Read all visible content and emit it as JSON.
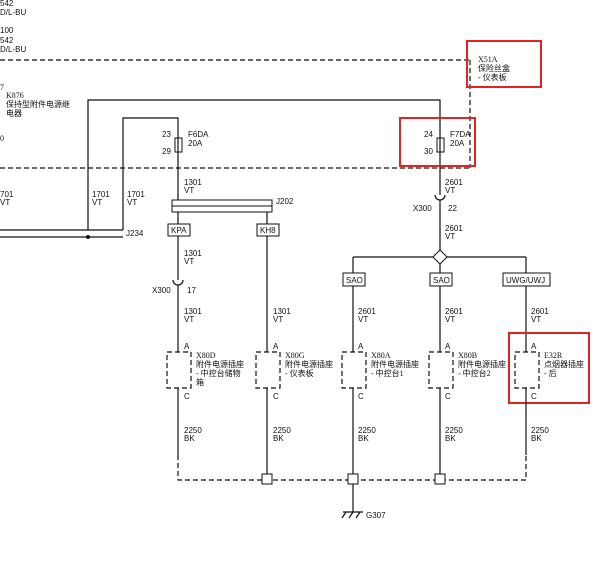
{
  "top_left": {
    "line1": "542",
    "line2": "D/L-BU",
    "line3": "100",
    "line4": "542",
    "line5": "D/L-BU",
    "line6": "7"
  },
  "k876": {
    "id": "K876",
    "name": "保持型附件电源继",
    "name2": "电器",
    "pin": "0"
  },
  "x51a": {
    "id": "X51A",
    "name": "保险丝盒",
    "name2": "- 仪表板"
  },
  "f6da": {
    "id": "F6DA",
    "rating": "20A",
    "pin_in": "23",
    "pin_out": "29"
  },
  "f7da": {
    "id": "F7DA",
    "rating": "20A",
    "pin_in": "24",
    "pin_out": "30"
  },
  "wires": {
    "w1701_a": "1701",
    "w1701_a_color": "VT",
    "w1701_b": "1701",
    "w1701_b_color": "VT",
    "w1701_left": "701",
    "w1701_left_color": "VT",
    "w1301_a": "1301",
    "w1301_a_color": "VT",
    "w1301_b": "1301",
    "w1301_b_color": "VT",
    "w1301_c": "1301",
    "w1301_c_color": "VT",
    "w1301_d": "1301",
    "w1301_d_color": "VT",
    "w2601_a": "2601",
    "w2601_a_color": "VT",
    "w2601_b": "2601",
    "w2601_b_color": "VT",
    "w2601_c": "2601",
    "w2601_c_color": "VT",
    "w2601_d": "2601",
    "w2601_d_color": "VT",
    "w2601_e": "2601",
    "w2601_e_color": "VT",
    "w2250": "2250",
    "w2250_color": "BK"
  },
  "splices": {
    "j234": "J234",
    "j202": "J202"
  },
  "labels": {
    "kpa": "KPA",
    "kh8": "KH8",
    "sao1": "SAO",
    "sao2": "SAO",
    "uwg": "UWG/UWJ",
    "x300_a": "X300",
    "x300_a_pin": "17",
    "x300_b": "X300",
    "x300_b_pin": "22",
    "pin_a": "A",
    "pin_c": "C"
  },
  "connectors": [
    {
      "id": "X80D",
      "name": "附件电源插座",
      "name2": "- 中控台储物",
      "name3": "箱"
    },
    {
      "id": "X80G",
      "name": "附件电源插座",
      "name2": "- 仪表板",
      "name3": ""
    },
    {
      "id": "X80A",
      "name": "附件电源插座",
      "name2": "- 中控台1",
      "name3": ""
    },
    {
      "id": "X80B",
      "name": "附件电源插座",
      "name2": "- 中控台2",
      "name3": ""
    },
    {
      "id": "E32R",
      "name": "点烟器插座",
      "name2": "- 后",
      "name3": ""
    }
  ],
  "ground": {
    "id": "G307"
  },
  "colors": {
    "line": "#111111",
    "highlight": "#e02424"
  }
}
